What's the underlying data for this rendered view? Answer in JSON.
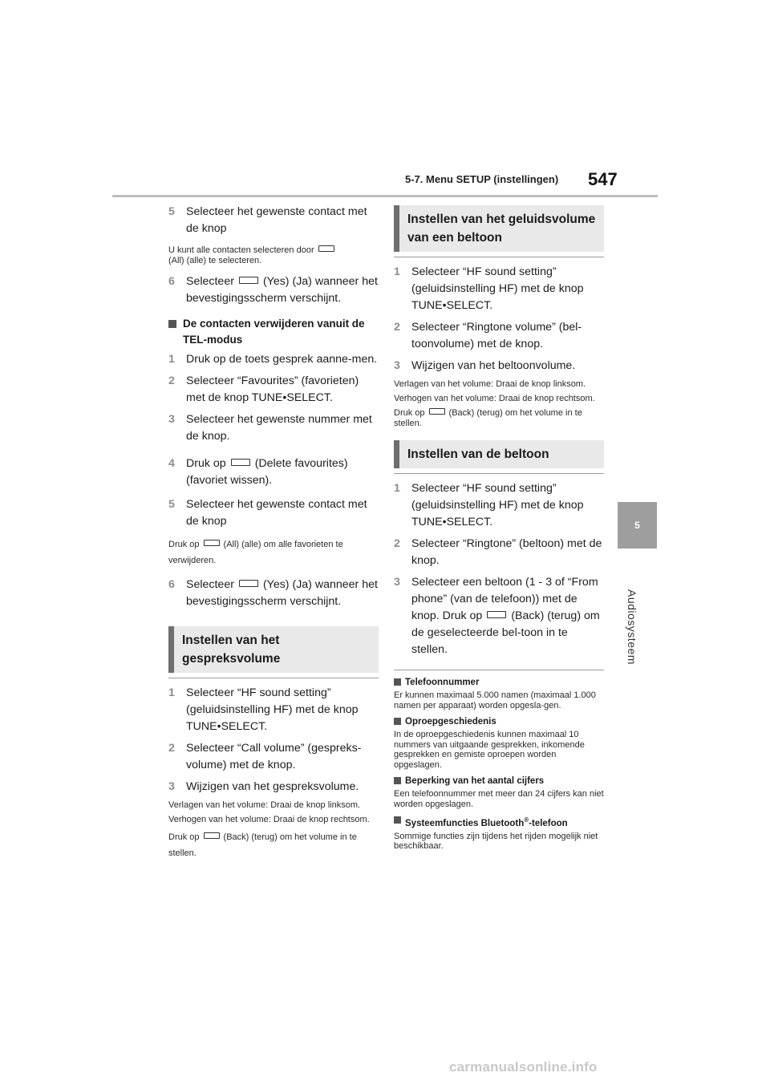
{
  "header": {
    "section_title": "5-7. Menu SETUP (instellingen)",
    "page_number": "547",
    "chapter_tab_number": "5",
    "chapter_tab_label": "Audiosysteem"
  },
  "left": {
    "s5a": {
      "num": "5",
      "text": "Selecteer het gewenste contact met de knop"
    },
    "note1_pre": "U kunt alle contacten selecteren door",
    "note1_post": "(All) (alle) te selecteren.",
    "s6a": {
      "num": "6",
      "pre": "Selecteer",
      "post": "(Yes) (Ja) wanneer het bevestigingsscherm verschijnt."
    },
    "subhead": "De contacten verwijderen vanuit de TEL-modus",
    "s1": {
      "num": "1",
      "text": "Druk op de toets gesprek aanne-men."
    },
    "s2": {
      "num": "2",
      "text": "Selecteer “Favourites” (favorieten) met de knop TUNE•SELECT."
    },
    "s3": {
      "num": "3",
      "text": "Selecteer het gewenste nummer met de knop."
    },
    "s4": {
      "num": "4",
      "pre": "Druk op",
      "post": "(Delete favourites) (favoriet wissen)."
    },
    "s5b": {
      "num": "5",
      "text": "Selecteer het gewenste contact met de knop"
    },
    "note2_pre": "Druk op",
    "note2_post": "(All) (alle) om alle favorieten te verwijderen.",
    "s6b": {
      "num": "6",
      "pre": "Selecteer",
      "post": "(Yes) (Ja) wanneer het bevestigingsscherm verschijnt."
    },
    "heading_call_volume": "Instellen van het gespreksvolume",
    "c1": {
      "num": "1",
      "text": "Selecteer “HF sound setting” (geluidsinstelling HF) met de knop TUNE•SELECT."
    },
    "c2": {
      "num": "2",
      "text": "Selecteer “Call volume” (gespreks-volume) met de knop."
    },
    "c3": {
      "num": "3",
      "text": "Wijzigen van het gespreksvolume."
    },
    "note3": "Verlagen van het volume: Draai de knop linksom.",
    "note4": "Verhogen van het volume: Draai de knop rechtsom.",
    "note5_pre": "Druk op",
    "note5_post": "(Back) (terug) om het volume in te stellen."
  },
  "right": {
    "heading_ringtone_volume": "Instellen van het geluidsvolume van een beltoon",
    "r1": {
      "num": "1",
      "text": "Selecteer “HF sound setting” (geluidsinstelling HF) met de knop TUNE•SELECT."
    },
    "r2": {
      "num": "2",
      "text": "Selecteer “Ringtone volume” (bel-toonvolume) met de knop."
    },
    "r3": {
      "num": "3",
      "text": "Wijzigen van het beltoonvolume."
    },
    "note1": "Verlagen van het volume: Draai de knop linksom.",
    "note2": "Verhogen van het volume: Draai de knop rechtsom.",
    "note3_pre": "Druk op",
    "note3_post": "(Back) (terug) om het volume in te stellen.",
    "heading_ringtone": "Instellen van de beltoon",
    "t1": {
      "num": "1",
      "text": "Selecteer “HF sound setting” (geluidsinstelling HF) met de knop TUNE•SELECT."
    },
    "t2": {
      "num": "2",
      "text": "Selecteer “Ringtone” (beltoon) met de knop."
    },
    "t3": {
      "num": "3",
      "pre": "Selecteer een beltoon (1 - 3 of “From phone” (van de telefoon)) met de knop. Druk op",
      "post": "(Back) (terug) om de geselecteerde bel-toon in te stellen."
    },
    "fn1_head": "Telefoonnummer",
    "fn1_text": "Er kunnen maximaal 5.000 namen (maximaal 1.000 namen per apparaat) worden opgesla-gen.",
    "fn2_head": "Oproepgeschiedenis",
    "fn2_text": "In de oproepgeschiedenis kunnen maximaal 10 nummers van uitgaande gesprekken, inkomende gesprekken en gemiste oproepen worden opgeslagen.",
    "fn3_head": "Beperking van het aantal cijfers",
    "fn3_text": "Een telefoonnummer met meer dan 24 cijfers kan niet worden opgeslagen.",
    "fn4_head_pre": "Systeemfuncties Bluetooth",
    "fn4_sup": "®",
    "fn4_head_post": "-telefoon",
    "fn4_text": "Sommige functies zijn tijdens het rijden mogelijk niet beschikbaar."
  },
  "watermark": "carmanualsonline.info"
}
